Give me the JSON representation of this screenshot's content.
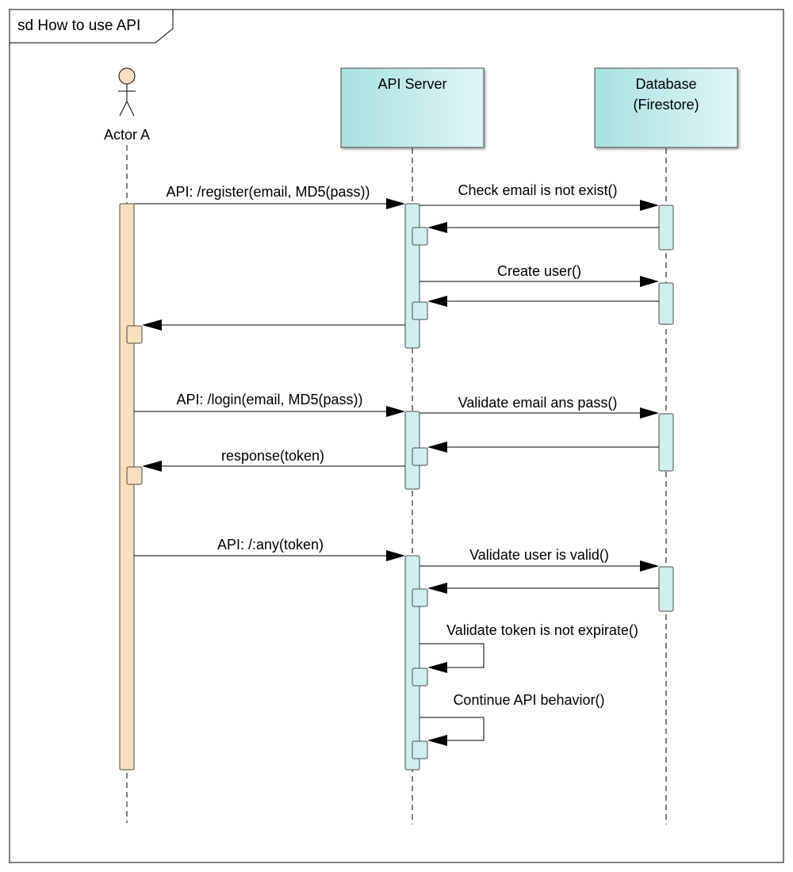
{
  "frame": {
    "title": "sd How to use API"
  },
  "participants": [
    {
      "id": "actor",
      "kind": "actor",
      "label": "Actor A"
    },
    {
      "id": "api",
      "kind": "object",
      "label_lines": [
        "API Server"
      ]
    },
    {
      "id": "db",
      "kind": "object",
      "label_lines": [
        "Database",
        "(Firestore)"
      ]
    }
  ],
  "messages": [
    {
      "label": "API: /register(email, MD5(pass))"
    },
    {
      "label": "Check email is not exist()"
    },
    {
      "label": ""
    },
    {
      "label": "Create user()"
    },
    {
      "label": ""
    },
    {
      "label": ""
    },
    {
      "label": "API: /login(email, MD5(pass))"
    },
    {
      "label": "Validate email ans pass()"
    },
    {
      "label": ""
    },
    {
      "label": "response(token)"
    },
    {
      "label": "API: /:any(token)"
    },
    {
      "label": "Validate user is valid()"
    },
    {
      "label": ""
    },
    {
      "label": "Validate token is not expirate()"
    },
    {
      "label": "Continue API behavior()"
    }
  ],
  "colors": {
    "actor_activation": "#f8dfbd",
    "object_header_left": "#a8e0e0",
    "object_header_right": "#e0f6f6",
    "object_activation": "#cfeeee"
  }
}
